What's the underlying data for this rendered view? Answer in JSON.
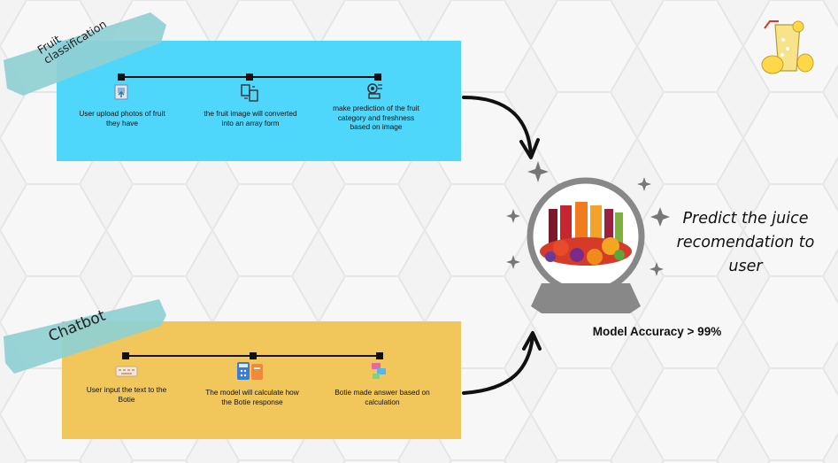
{
  "fruit_section": {
    "tag": "Fruit classification",
    "steps": [
      {
        "text": "User upload photos of fruit they have",
        "icon": "image-upload-icon"
      },
      {
        "text": "the fruit image will converted into an array form",
        "icon": "file-convert-icon"
      },
      {
        "text": "make prediction of the fruit category and freshness based on image",
        "icon": "prediction-icon"
      }
    ],
    "color": "#4fd6fb"
  },
  "chatbot_section": {
    "tag": "Chatbot",
    "steps": [
      {
        "text": "User input the text to the Botie",
        "icon": "keyboard-icon"
      },
      {
        "text": "The model will calculate how the Botie response",
        "icon": "calculator-icon"
      },
      {
        "text": "Botie made answer based on calculation",
        "icon": "chat-answer-icon"
      }
    ],
    "color": "#f1c75b"
  },
  "result": {
    "text": "Predict the juice recomendation to user",
    "accuracy": "Model Accuracy > 99%",
    "icon": "crystal-ball-juice-icon"
  },
  "decor": {
    "corner_icon": "lemonade-glass-icon",
    "tape_color": "#8fcfd3"
  }
}
